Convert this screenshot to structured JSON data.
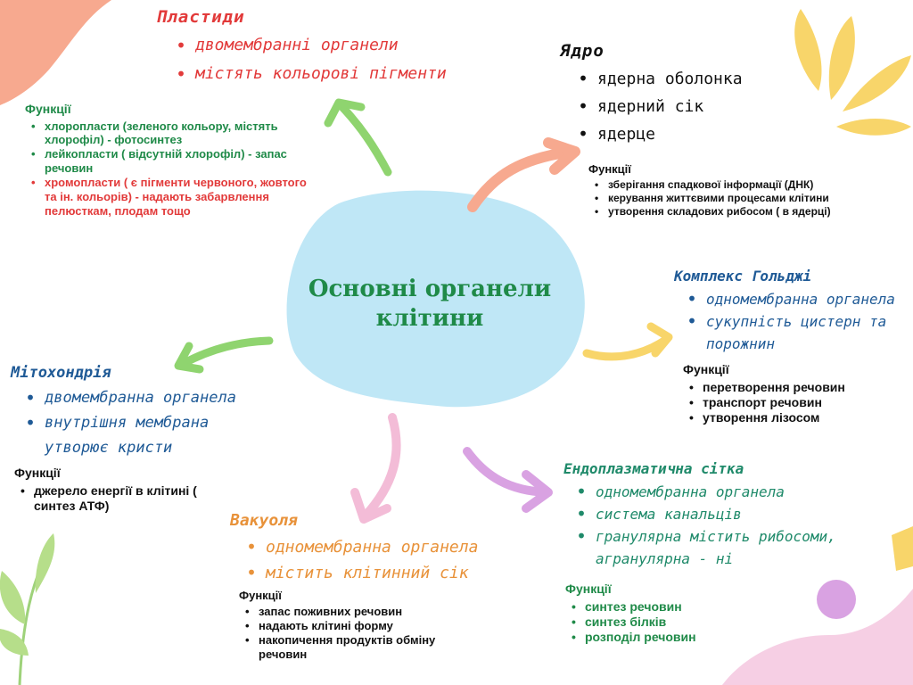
{
  "center": {
    "title": "Основні органели клітини"
  },
  "colors": {
    "red": "#e23a3a",
    "green": "#1f8a48",
    "dark": "#111111",
    "blue": "#1f5a96",
    "orange": "#e8923a",
    "teal": "#1f8a6a",
    "blob": "#bfe7f6"
  },
  "plastids": {
    "title": "Пластиди",
    "bullets": [
      "двомембранні органели",
      "містять кольорові пігменти"
    ],
    "functions_title": "Функції",
    "functions": [
      "хлоропласти (зеленого кольору, містять хлорофіл) - фотосинтез",
      "лейкопласти ( відсутній хлорофіл) - запас речовин",
      "хромопласти ( є пігменти червоного, жовтого та ін. кольорів) - надають забарвлення пелюсткам, плодам тощо"
    ]
  },
  "nucleus": {
    "title": "Ядро",
    "bullets": [
      "ядерна оболонка",
      "ядерний сік",
      "ядерце"
    ],
    "functions_title": "Функції",
    "functions": [
      "зберігання спадкової інформації (ДНК)",
      "керування життєвими процесами клітини",
      "утворення складових рибосом ( в ядерці)"
    ]
  },
  "golgi": {
    "title": "Комплекс Гольджі",
    "bullets": [
      "одномембранна органела",
      "сукупність цистерн та порожнин"
    ],
    "functions_title": "Функції",
    "functions": [
      "перетворення речовин",
      "транспорт речовин",
      "утворення лізосом"
    ]
  },
  "mitochondria": {
    "title": "Мітохондрія",
    "bullets": [
      "двомембранна органела",
      "внутрішня мембрана утворює кристи"
    ],
    "functions_title": "Функції",
    "functions": [
      "джерело енергії в клітині ( синтез АТФ)"
    ]
  },
  "vacuole": {
    "title": "Вакуоля",
    "bullets": [
      "одномембранна органела",
      "містить клітинний сік"
    ],
    "functions_title": "Функції",
    "functions": [
      "запас поживних речовин",
      "надають клітині форму",
      "накопичення продуктів обміну речовин"
    ]
  },
  "er": {
    "title": "Ендоплазматична сітка",
    "bullets": [
      "одномембранна органела",
      "система канальців",
      "гранулярна містить рибосоми, агранулярна - ні"
    ],
    "functions_title": "Функції",
    "functions": [
      "синтез речовин",
      "синтез білків",
      "розподіл речовин"
    ]
  }
}
